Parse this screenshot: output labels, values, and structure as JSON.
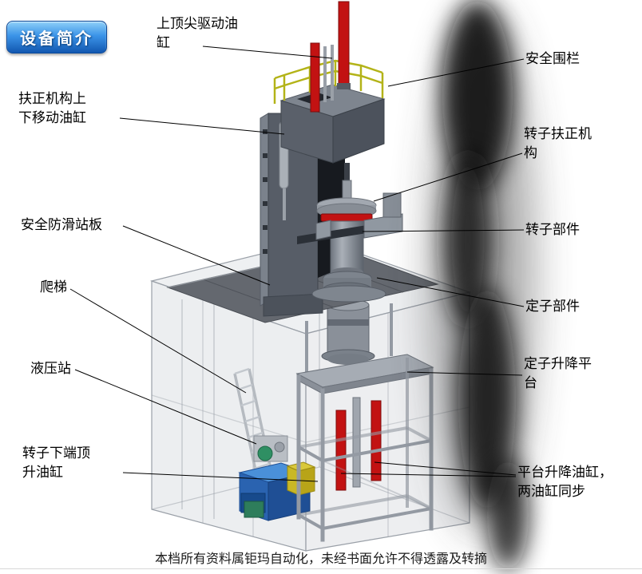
{
  "badge": {
    "text": "设备简介"
  },
  "footer": {
    "text": "本档所有资料属钜玛自动化，未经书面允许不得透露及转摘"
  },
  "labels": {
    "top_center_cylinder": "上顶尖驱动油\n缸",
    "safety_fence": "安全围栏",
    "centering_updown_cylinder": "扶正机构上\n下移动油缸",
    "rotor_centering_mechanism": "转子扶正机\n构",
    "antislip_plate": "安全防滑站板",
    "rotor_component": "转子部件",
    "ladder": "爬梯",
    "stator_component": "定子部件",
    "hydraulic_station": "液压站",
    "stator_lift_platform": "定子升降平\n台",
    "rotor_bottom_jack_cylinder": "转子下端顶\n升油缸",
    "platform_lift_cylinders": "平台升降油缸，\n两油缸同步"
  },
  "colors": {
    "badge_blue": "#1257b0",
    "cylinder_red": "#c21212",
    "railing_yellow": "#b3b318",
    "hydraulic_blue": "#2a63b0",
    "hydraulic_yellow": "#d9c83a",
    "pump_green": "#2f8f63",
    "frame_gray": "#9aa0a8",
    "plate_gray": "#64686f",
    "shadow_dark": "#101010"
  }
}
